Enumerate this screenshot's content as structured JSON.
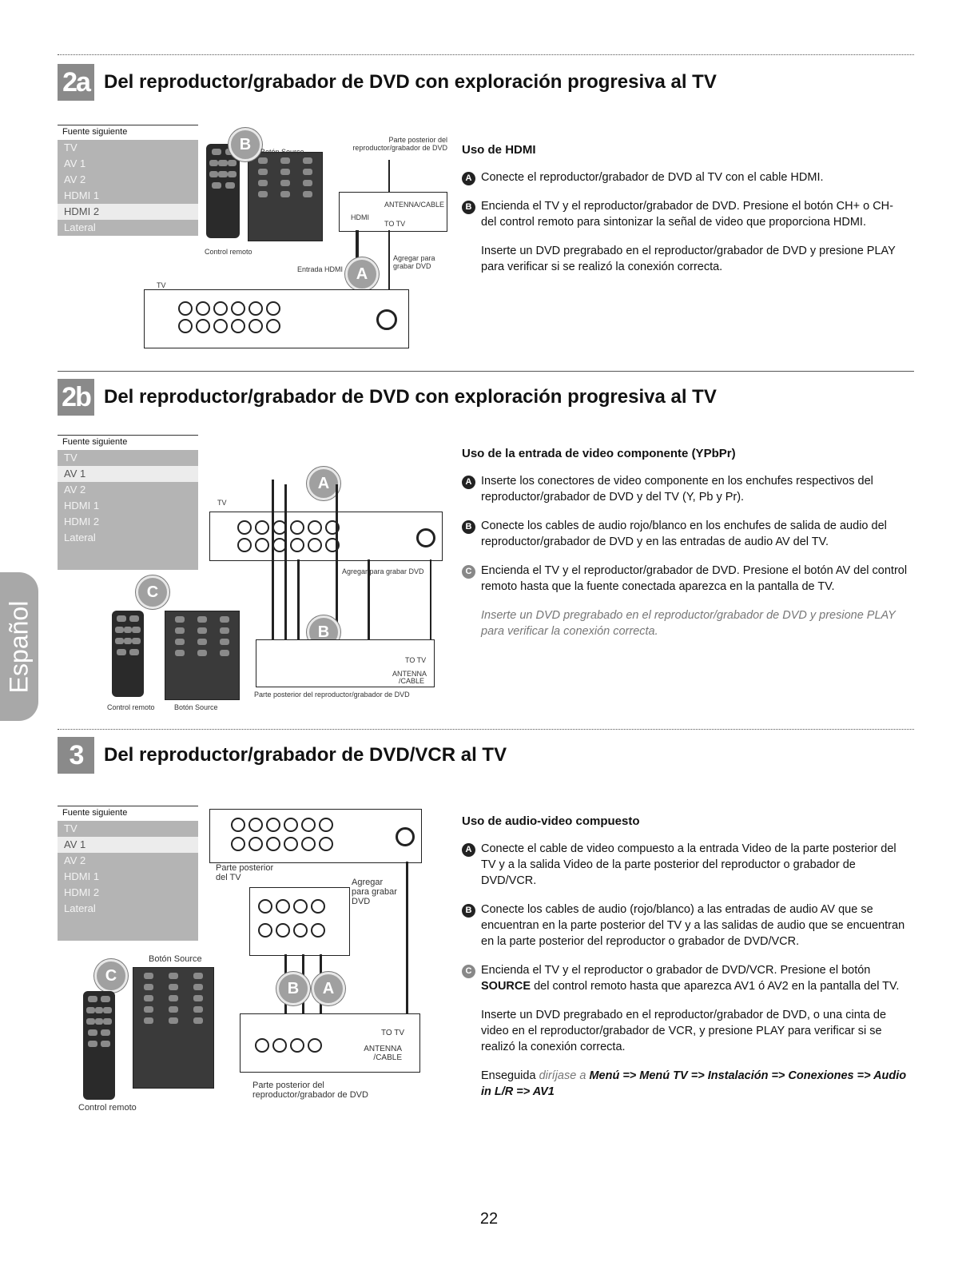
{
  "side_tab": "Español",
  "page_number": "22",
  "menu": {
    "title": "Fuente siguiente",
    "items": [
      "TV",
      "AV 1",
      "AV 2",
      "HDMI 1",
      "HDMI 2",
      "Lateral"
    ]
  },
  "s2a": {
    "badge": "2a",
    "title": "Del reproductor/grabador de DVD con exploración progresiva al TV",
    "captions": {
      "boton_source": "Botón Source",
      "parte_posterior": "Parte posterior del reproductor/grabador de DVD",
      "control_remoto": "Control remoto",
      "antenna_cable": "ANTENNA/CABLE",
      "to_tv": "TO TV",
      "hdmi": "HDMI",
      "agregar": "Agregar para grabar DVD",
      "entrada_hdmi": "Entrada HDMI",
      "tv": "TV"
    },
    "subtitle_prefix": "Uso de ",
    "subtitle_bold": "HDMI",
    "step_a": "Conecte el reproductor/grabador de DVD al TV con el cable HDMI.",
    "step_b": "Encienda el TV y el reproductor/grabador de DVD. Presione el botón CH+ o CH- del control remoto para sintonizar la señal de video que proporciona HDMI.",
    "note": "Inserte un DVD pregrabado en el reproductor/grabador de DVD y presione PLAY para verificar si se realizó la conexión correcta."
  },
  "s2b": {
    "badge": "2b",
    "title": "Del reproductor/grabador de DVD con exploración progresiva al TV",
    "captions": {
      "tv": "TV",
      "agregar": "Agregar para grabar DVD",
      "to_tv": "TO TV",
      "antenna_cable": "ANTENNA /CABLE",
      "parte_posterior": "Parte posterior del reproductor/grabador de DVD",
      "control_remoto": "Control remoto",
      "boton_source": "Botón Source"
    },
    "subtitle": "Uso de la entrada de video componente (YPbPr)",
    "step_a": "Inserte los conectores de video componente en los enchufes respectivos del reproductor/grabador de DVD y del TV (Y, Pb y Pr).",
    "step_b": "Conecte los cables de audio rojo/blanco en los enchufes de salida de audio del reproductor/grabador de DVD y en las entradas de audio AV del TV.",
    "step_c": "Encienda el TV y el reproductor/grabador de DVD. Presione el botón AV del control remoto hasta que la fuente conectada aparezca en la pantalla de TV.",
    "note": "Inserte un DVD pregrabado en el reproductor/grabador de DVD y presione PLAY para verificar la conexión correcta."
  },
  "s3": {
    "badge": "3",
    "title": "Del reproductor/grabador de DVD/VCR al TV",
    "captions": {
      "parte_posterior_tv": "Parte posterior del TV",
      "agregar": "Agregar para grabar DVD",
      "boton_source": "Botón Source",
      "to_tv": "TO TV",
      "antenna_cable": "ANTENNA /CABLE",
      "parte_posterior_dvd": "Parte posterior del reproductor/grabador de DVD",
      "control_remoto": "Control remoto"
    },
    "subtitle": "Uso de audio-video compuesto",
    "step_a": "Conecte el cable de video compuesto a la entrada Video de la parte posterior del TV y a la salida Video de la parte posterior del reproductor o grabador de DVD/VCR.",
    "step_b": "Conecte los cables de audio (rojo/blanco) a las entradas de audio AV que se encuentran en la parte posterior del TV y a las salidas de audio que se encuentran en la parte posterior del reproductor o grabador de DVD/VCR.",
    "step_c_pre": "Encienda el TV y el reproductor o grabador de DVD/VCR. Presione el botón ",
    "step_c_bold": "SOURCE",
    "step_c_post": " del control remoto hasta que aparezca AV1 ó AV2 en la pantalla del TV.",
    "note": "Inserte un DVD pregrabado en el reproductor/grabador de DVD, o una cinta de video en el reproductor/grabador de VCR, y presione PLAY para verificar si se realizó la conexión correcta.",
    "final_lead": "Enseguida ",
    "final_it": "diríjase a ",
    "final_path": "Menú => Menú TV => Instalación => Conexiones => Audio in L/R => AV1"
  },
  "step_markers": [
    "A",
    "B",
    "C"
  ]
}
